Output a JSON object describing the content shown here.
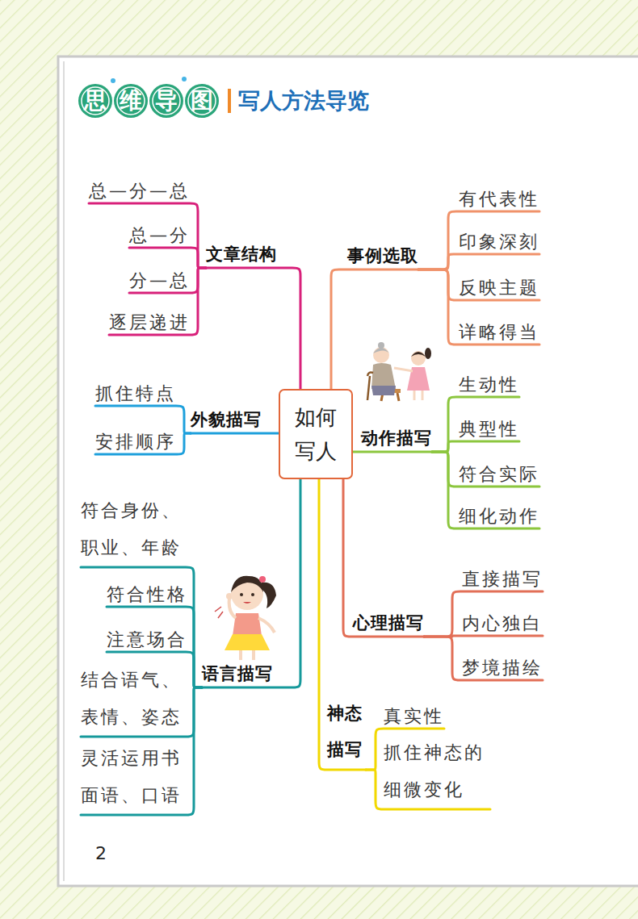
{
  "diagram": {
    "title": "写人方法导览",
    "nodes": [
      {
        "text": [
          "如何 写人"
        ]
      },
      {
        "text": [
          "文章结构"
        ]
      },
      {
        "text": [
          "总—分—总"
        ]
      },
      {
        "text": [
          "总—分"
        ]
      },
      {
        "text": [
          "分—总"
        ]
      },
      {
        "text": [
          "逐层递进"
        ]
      },
      {
        "text": [
          "事例选取"
        ]
      },
      {
        "text": [
          "有代表性"
        ]
      },
      {
        "text": [
          "印象深刻"
        ]
      },
      {
        "text": [
          "反映主题"
        ]
      },
      {
        "text": [
          "详略得当"
        ]
      },
      {
        "text": [
          "外貌描写"
        ]
      },
      {
        "text": [
          "抓住特点"
        ]
      },
      {
        "text": [
          "安排顺序"
        ]
      },
      {
        "text": [
          "动作描写"
        ]
      },
      {
        "text": [
          "生动性"
        ]
      },
      {
        "text": [
          "典型性"
        ]
      },
      {
        "text": [
          "符合实际"
        ]
      },
      {
        "text": [
          "细化动作"
        ]
      },
      {
        "text": [
          "语言描写"
        ]
      },
      {
        "text": [
          "符合身份、职业、年龄"
        ]
      },
      {
        "text": [
          "符合性格"
        ]
      },
      {
        "text": [
          "注意场合"
        ]
      },
      {
        "text": [
          "结合语气、表情、姿态"
        ]
      },
      {
        "text": [
          "灵活运用书面语、口语"
        ]
      },
      {
        "text": [
          "心理描写"
        ]
      },
      {
        "text": [
          "直接描写"
        ]
      },
      {
        "text": [
          "内心独白"
        ]
      },
      {
        "text": [
          "梦境描绘"
        ]
      },
      {
        "text": [
          "神态 描写"
        ]
      },
      {
        "text": [
          "真实性"
        ]
      },
      {
        "text": [
          "抓住神态的细微变化"
        ]
      }
    ],
    "edges": [
      {
        "from": 0,
        "to": 1,
        "arrow": "none"
      },
      {
        "from": 1,
        "to": 2,
        "arrow": "none"
      },
      {
        "from": 1,
        "to": 3,
        "arrow": "none"
      },
      {
        "from": 1,
        "to": 4,
        "arrow": "none"
      },
      {
        "from": 1,
        "to": 5,
        "arrow": "none"
      },
      {
        "from": 0,
        "to": 6,
        "arrow": "none"
      },
      {
        "from": 6,
        "to": 7,
        "arrow": "none"
      },
      {
        "from": 6,
        "to": 8,
        "arrow": "none"
      },
      {
        "from": 6,
        "to": 9,
        "arrow": "none"
      },
      {
        "from": 6,
        "to": 10,
        "arrow": "none"
      },
      {
        "from": 0,
        "to": 11,
        "arrow": "none"
      },
      {
        "from": 11,
        "to": 12,
        "arrow": "none"
      },
      {
        "from": 11,
        "to": 13,
        "arrow": "none"
      },
      {
        "from": 0,
        "to": 14,
        "arrow": "none"
      },
      {
        "from": 14,
        "to": 15,
        "arrow": "none"
      },
      {
        "from": 14,
        "to": 16,
        "arrow": "none"
      },
      {
        "from": 14,
        "to": 17,
        "arrow": "none"
      },
      {
        "from": 14,
        "to": 18,
        "arrow": "none"
      },
      {
        "from": 0,
        "to": 19,
        "arrow": "none"
      },
      {
        "from": 19,
        "to": 20,
        "arrow": "none"
      },
      {
        "from": 19,
        "to": 21,
        "arrow": "none"
      },
      {
        "from": 19,
        "to": 22,
        "arrow": "none"
      },
      {
        "from": 19,
        "to": 23,
        "arrow": "none"
      },
      {
        "from": 19,
        "to": 24,
        "arrow": "none"
      },
      {
        "from": 0,
        "to": 25,
        "arrow": "none"
      },
      {
        "from": 25,
        "to": 26,
        "arrow": "none"
      },
      {
        "from": 25,
        "to": 27,
        "arrow": "none"
      },
      {
        "from": 25,
        "to": 28,
        "arrow": "none"
      },
      {
        "from": 0,
        "to": 29,
        "arrow": "none"
      },
      {
        "from": 29,
        "to": 30,
        "arrow": "none"
      },
      {
        "from": 29,
        "to": 31,
        "arrow": "none"
      }
    ],
    "labels": [
      "思维导图",
      "2"
    ]
  }
}
